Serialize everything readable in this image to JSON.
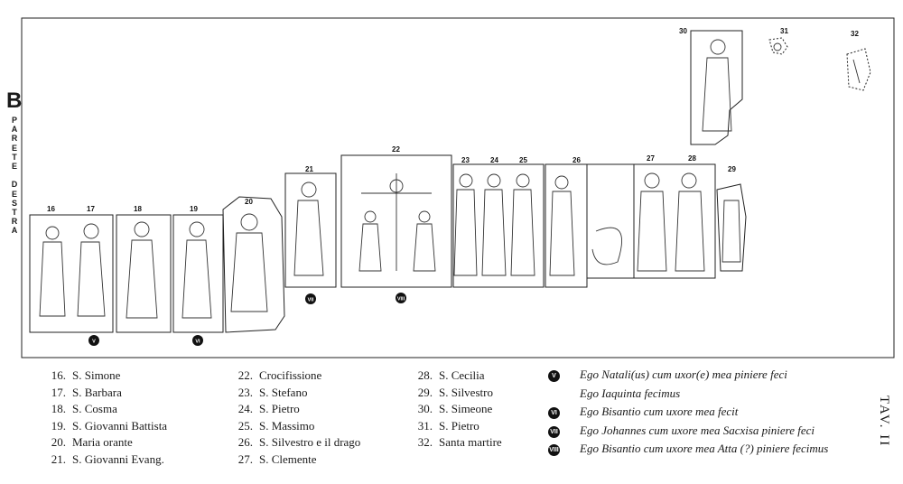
{
  "side_label": {
    "letter": "B",
    "text": "PARETE DESTRA"
  },
  "plate_numbers": [
    "16",
    "17",
    "18",
    "19",
    "20",
    "21",
    "22",
    "23",
    "24",
    "25",
    "26",
    "27",
    "28",
    "29",
    "30",
    "31",
    "32"
  ],
  "plate_badges": [
    "V",
    "VI",
    "VII",
    "VIII"
  ],
  "legend": {
    "column1": [
      {
        "num": "16.",
        "name": "S. Simone"
      },
      {
        "num": "17.",
        "name": "S. Barbara"
      },
      {
        "num": "18.",
        "name": "S. Cosma"
      },
      {
        "num": "19.",
        "name": "S. Giovanni Battista"
      },
      {
        "num": "20.",
        "name": "Maria orante"
      },
      {
        "num": "21.",
        "name": "S. Giovanni Evang."
      }
    ],
    "column2": [
      {
        "num": "22.",
        "name": "Crocifissione"
      },
      {
        "num": "23.",
        "name": "S. Stefano"
      },
      {
        "num": "24.",
        "name": "S. Pietro"
      },
      {
        "num": "25.",
        "name": "S. Massimo"
      },
      {
        "num": "26.",
        "name": "S. Silvestro e il drago"
      },
      {
        "num": "27.",
        "name": "S. Clemente"
      }
    ],
    "column3": [
      {
        "num": "28.",
        "name": "S. Cecilia"
      },
      {
        "num": "29.",
        "name": "S. Silvestro"
      },
      {
        "num": "30.",
        "name": "S. Simeone"
      },
      {
        "num": "31.",
        "name": "S. Pietro"
      },
      {
        "num": "32.",
        "name": "Santa martire"
      }
    ]
  },
  "inscriptions": [
    {
      "badge": "V",
      "text": "Ego Natali(us) cum uxor(e) mea piniere feci"
    },
    {
      "badge": "",
      "text": "Ego Iaquinta fecimus"
    },
    {
      "badge": "VI",
      "text": "Ego Bisantio cum uxore mea fecit"
    },
    {
      "badge": "VII",
      "text": "Ego Johannes cum uxore mea Sacxisa piniere feci"
    },
    {
      "badge": "VIII",
      "text": "Ego Bisantio cum uxore mea Atta (?) piniere fecimus"
    }
  ],
  "plate_label": "TAV. II"
}
